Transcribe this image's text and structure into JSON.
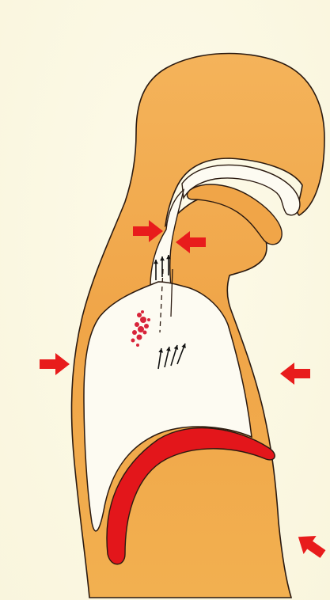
{
  "diagram": {
    "colors": {
      "background": "#fbf8e4",
      "body_fill": "#f0a548",
      "body_fill_light": "#f6bf6a",
      "outline": "#2b1a10",
      "cavity": "#fdfbf2",
      "diaphragm_red": "#e3161b",
      "arrow_red": "#e81c1c",
      "lesion": "#d8243a"
    },
    "icons": {
      "force_arrow": "red-block-arrow-icon",
      "airflow_arrow": "black-line-arrow-icon"
    },
    "red_arrows": [
      {
        "id": "left-glottis",
        "direction": "right"
      },
      {
        "id": "right-glottis",
        "direction": "left"
      },
      {
        "id": "left-chest",
        "direction": "right"
      },
      {
        "id": "right-chest",
        "direction": "left"
      },
      {
        "id": "right-abdomen",
        "direction": "up-left"
      }
    ],
    "airflow_groups": [
      {
        "id": "upper-airway",
        "count": 3
      },
      {
        "id": "lower-chest",
        "count": 4
      }
    ]
  }
}
